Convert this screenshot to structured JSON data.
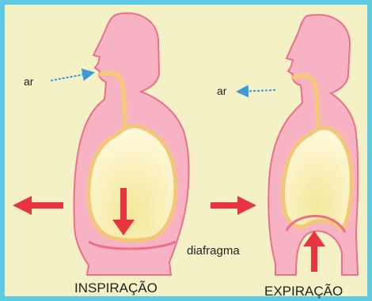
{
  "diagram": {
    "left": {
      "title": "INSPIRAÇÃO",
      "air_label": "ar"
    },
    "right": {
      "title": "EXPIRAÇÃO",
      "air_label": "ar"
    },
    "diaphragm_label": "diafragma"
  },
  "colors": {
    "frame": "#5ccae0",
    "background": "#f4f1c6",
    "body": "#f7b3c4",
    "body_outline": "#ec6f89",
    "airway": "#f3c97c",
    "lung": "#fbf4c8",
    "arrow": "#e8343f",
    "air_arrow": "#3a9ad9"
  }
}
